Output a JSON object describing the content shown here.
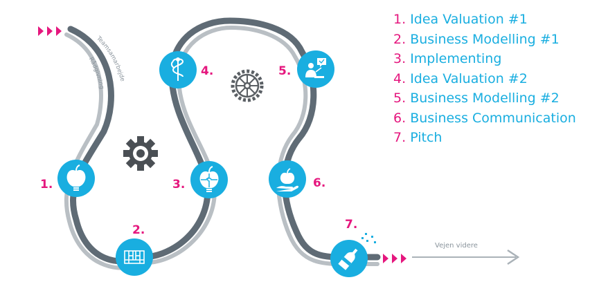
{
  "track_labels": {
    "outer": "Teamsamarbejde",
    "inner": "Rådgivning",
    "exit": "Vejen videre"
  },
  "steps": [
    {
      "num": "1.",
      "name": "Idea Valuation #1",
      "icon": "apple-bulb-icon"
    },
    {
      "num": "2.",
      "name": "Business Modelling #1",
      "icon": "business-model-canvas-icon"
    },
    {
      "num": "3.",
      "name": "Implementing",
      "icon": "puzzle-apple-bulb-icon"
    },
    {
      "num": "4.",
      "name": "Idea Valuation #2",
      "icon": "caduceus-icon"
    },
    {
      "num": "5.",
      "name": "Business Modelling #2",
      "icon": "presenter-speech-icon"
    },
    {
      "num": "6.",
      "name": "Business Communication",
      "icon": "hand-apple-icon"
    },
    {
      "num": "7.",
      "name": "Pitch",
      "icon": "champagne-bottle-icon"
    }
  ],
  "colors": {
    "circle": "#19aee0",
    "accent": "#e5177e",
    "track_outer": "#5f6b75",
    "track_inner": "#b9bfc4",
    "text": "#ffffff"
  }
}
